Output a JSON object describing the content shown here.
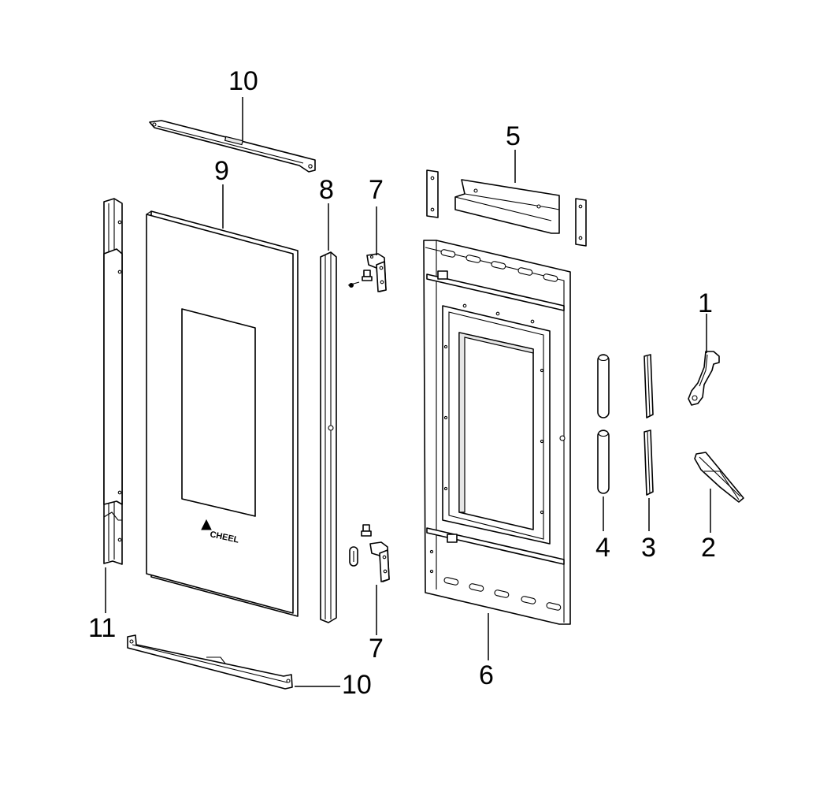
{
  "diagram": {
    "logo_text": "CHEEL",
    "callouts": {
      "p1": "1",
      "p2": "2",
      "p3": "3",
      "p4": "4",
      "p5": "5",
      "p6": "6",
      "p7_top": "7",
      "p7_bottom": "7",
      "p8": "8",
      "p9": "9",
      "p10_top": "10",
      "p10_bottom": "10",
      "p11": "11"
    }
  }
}
